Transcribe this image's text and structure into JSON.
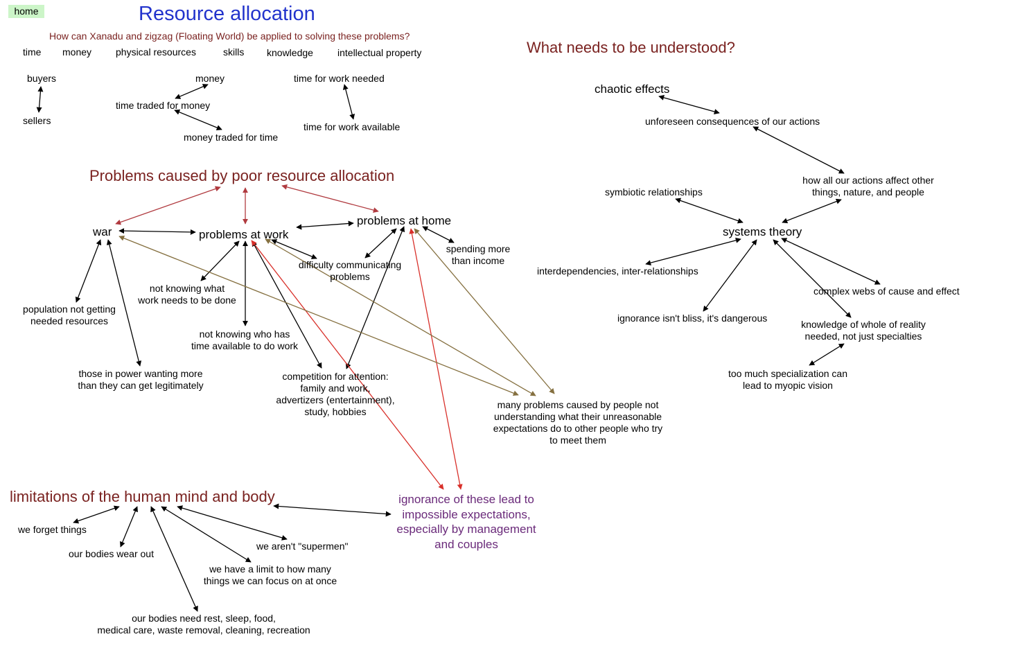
{
  "home_label": "home",
  "title": "Resource allocation",
  "subtitle": "How can Xanadu and zigzag (Floating World) be applied to solving these problems?",
  "resources": {
    "time": "time",
    "money": "money",
    "physical": "physical resources",
    "skills": "skills",
    "knowledge": "knowledge",
    "ip": "intellectual property"
  },
  "exchange": {
    "buyers": "buyers",
    "sellers": "sellers",
    "money": "money",
    "time_for_money": "time traded for money",
    "money_for_time": "money traded for time",
    "work_needed": "time for work needed",
    "work_available": "time for work available"
  },
  "problems": {
    "heading": "Problems caused by poor resource allocation",
    "war": "war",
    "work": "problems at work",
    "home": "problems at home",
    "spending": [
      "spending more",
      "than income"
    ],
    "difficulty": [
      "difficulty communicating",
      "problems"
    ],
    "not_knowing_what": [
      "not knowing what",
      "work needs to be done"
    ],
    "not_knowing_who": [
      "not knowing who has",
      "time available to do work"
    ],
    "population": [
      "population not getting",
      "needed resources"
    ],
    "those_in_power": [
      "those in power wanting more",
      "than they can get legitimately"
    ],
    "competition": [
      "competition for attention:",
      "family and work,",
      "advertizers (entertainment),",
      "study, hobbies"
    ],
    "many_problems": [
      "many problems caused by people not",
      "understanding what their unreasonable",
      "expectations do to other people who try",
      "to meet  them"
    ]
  },
  "limits": {
    "heading": "limitations of the human mind and body",
    "forget": "we forget things",
    "wear_out": "our bodies wear out",
    "supermen": "we aren't  \"supermen\"",
    "focus": [
      "we have a limit to how many",
      "things we can focus on at once"
    ],
    "rest": [
      "our bodies need rest, sleep, food,",
      "medical care, waste removal, cleaning, recreation"
    ],
    "ignorance": [
      "ignorance of these lead to",
      "impossible expectations,",
      "especially by management",
      "and couples"
    ]
  },
  "understood": {
    "heading": "What needs to be understood?",
    "chaotic": "chaotic effects",
    "unforeseen": "unforeseen consequences of our actions",
    "how_all": [
      "how all our actions affect other",
      "things, nature, and people"
    ],
    "symbiotic": "symbiotic relationships",
    "systems": "systems theory",
    "interdep": "interdependencies, inter-relationships",
    "complex": "complex webs of cause and effect",
    "ignorance_bliss": "ignorance isn't bliss, it's dangerous",
    "knowledge_whole": [
      "knowledge of whole of reality",
      "needed, not just specialties"
    ],
    "too_much": [
      "too much specialization can",
      "lead to myopic vision"
    ]
  },
  "colors": {
    "title_blue": "#2233cc",
    "heading_red": "#7a2220",
    "purple_text": "#6a2a7a",
    "arrow_black": "#000000",
    "arrow_pink": "#b03a3f",
    "arrow_red": "#d8302a",
    "arrow_olive": "#857040",
    "home_green": "#ccf5c8"
  }
}
